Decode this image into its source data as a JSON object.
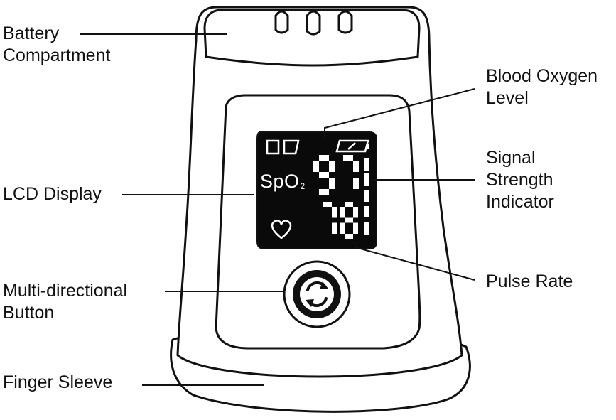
{
  "colors": {
    "ink": "#111111",
    "screen": "#0a0a0a",
    "lit": "#ffffff",
    "body": "#ffffff"
  },
  "labels": {
    "battery": [
      "Battery",
      "Compartment"
    ],
    "lcd": [
      "LCD Display"
    ],
    "button": [
      "Multi-directional",
      "Button"
    ],
    "sleeve": [
      "Finger Sleeve"
    ],
    "oxygen": [
      "Blood Oxygen",
      "Level"
    ],
    "signal": [
      "Signal",
      "Strength",
      "Indicator"
    ],
    "pulse": [
      "Pulse Rate"
    ]
  },
  "display": {
    "spo2_label": "SpO",
    "spo2_sub": "2",
    "oxygen_value": "97",
    "pulse_value": "78",
    "icons": [
      "battery-level-icon",
      "signal-bars-icon",
      "heart-icon",
      "refresh-icon"
    ]
  }
}
